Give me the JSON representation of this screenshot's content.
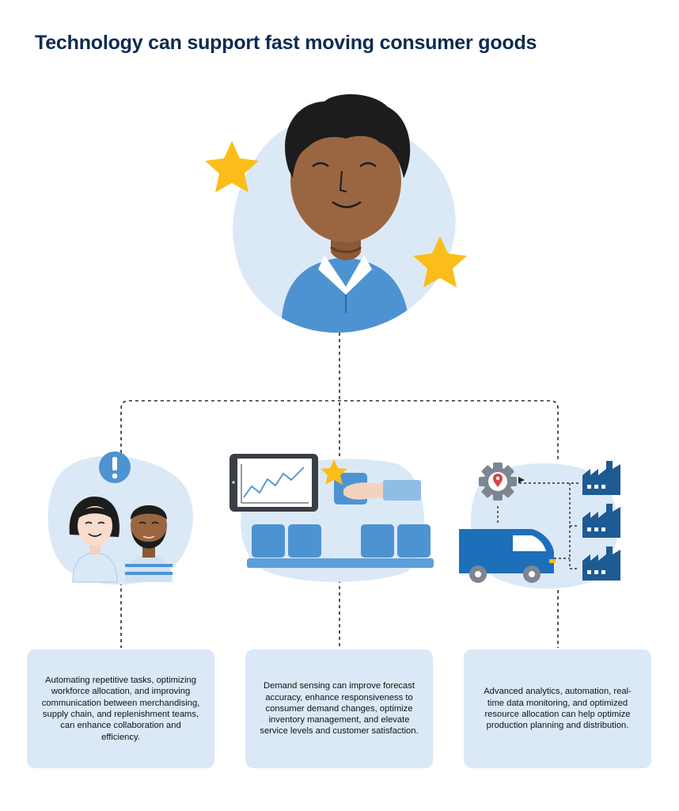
{
  "page": {
    "title": "Technology can support fast moving consumer goods"
  },
  "cards": [
    {
      "text": "Automating repetitive tasks, optimizing workforce allocation, and improving communication between merchandising, supply chain, and replenishment teams, can enhance collaboration and efficiency."
    },
    {
      "text": "Demand sensing can improve forecast accuracy, enhance responsiveness to consumer demand changes, optimize inventory management, and elevate service levels and customer satisfaction."
    },
    {
      "text": "Advanced analytics, automation, real-time data monitoring, and optimized resource allocation can help optimize production planning and distribution."
    }
  ],
  "colors": {
    "title": "#0d2b52",
    "card_bg": "#dbe9f7",
    "blob_bg": "#dbe9f7",
    "accent_blue": "#4e93d1",
    "dark_blue": "#1e6fba",
    "star": "#fbbd19",
    "skin": "#9a6642",
    "hair": "#1c1c1c",
    "connector": "#2b2b2b"
  },
  "icons": [
    "star-icon",
    "alert-icon",
    "gear-location-icon",
    "factory-icon",
    "delivery-van-icon",
    "tablet-chart-icon"
  ]
}
